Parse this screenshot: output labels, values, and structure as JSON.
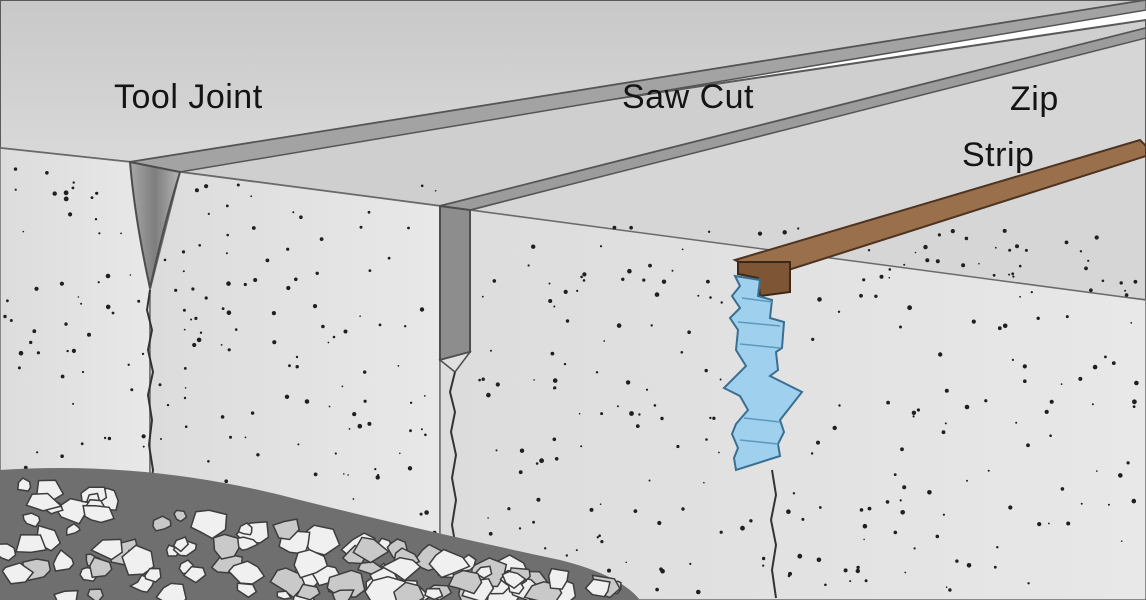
{
  "labels": {
    "tool_joint": "Tool Joint",
    "saw_cut": "Saw Cut",
    "zip_line1": "Zip",
    "zip_line2": "Strip"
  },
  "colors": {
    "slab_top": "#d2d2d2",
    "slab_top_dark": "#b9b9b9",
    "concrete_face": "#e4e4e4",
    "speckle": "#1f1f1f",
    "groove": "#8f8f8f",
    "zip_strip": "#8a6040",
    "zip_blade": "#9fd0ee",
    "gravel_light": "#f2f2f2",
    "gravel_dark": "#7b7b7b",
    "crack": "#3a3a3a"
  }
}
